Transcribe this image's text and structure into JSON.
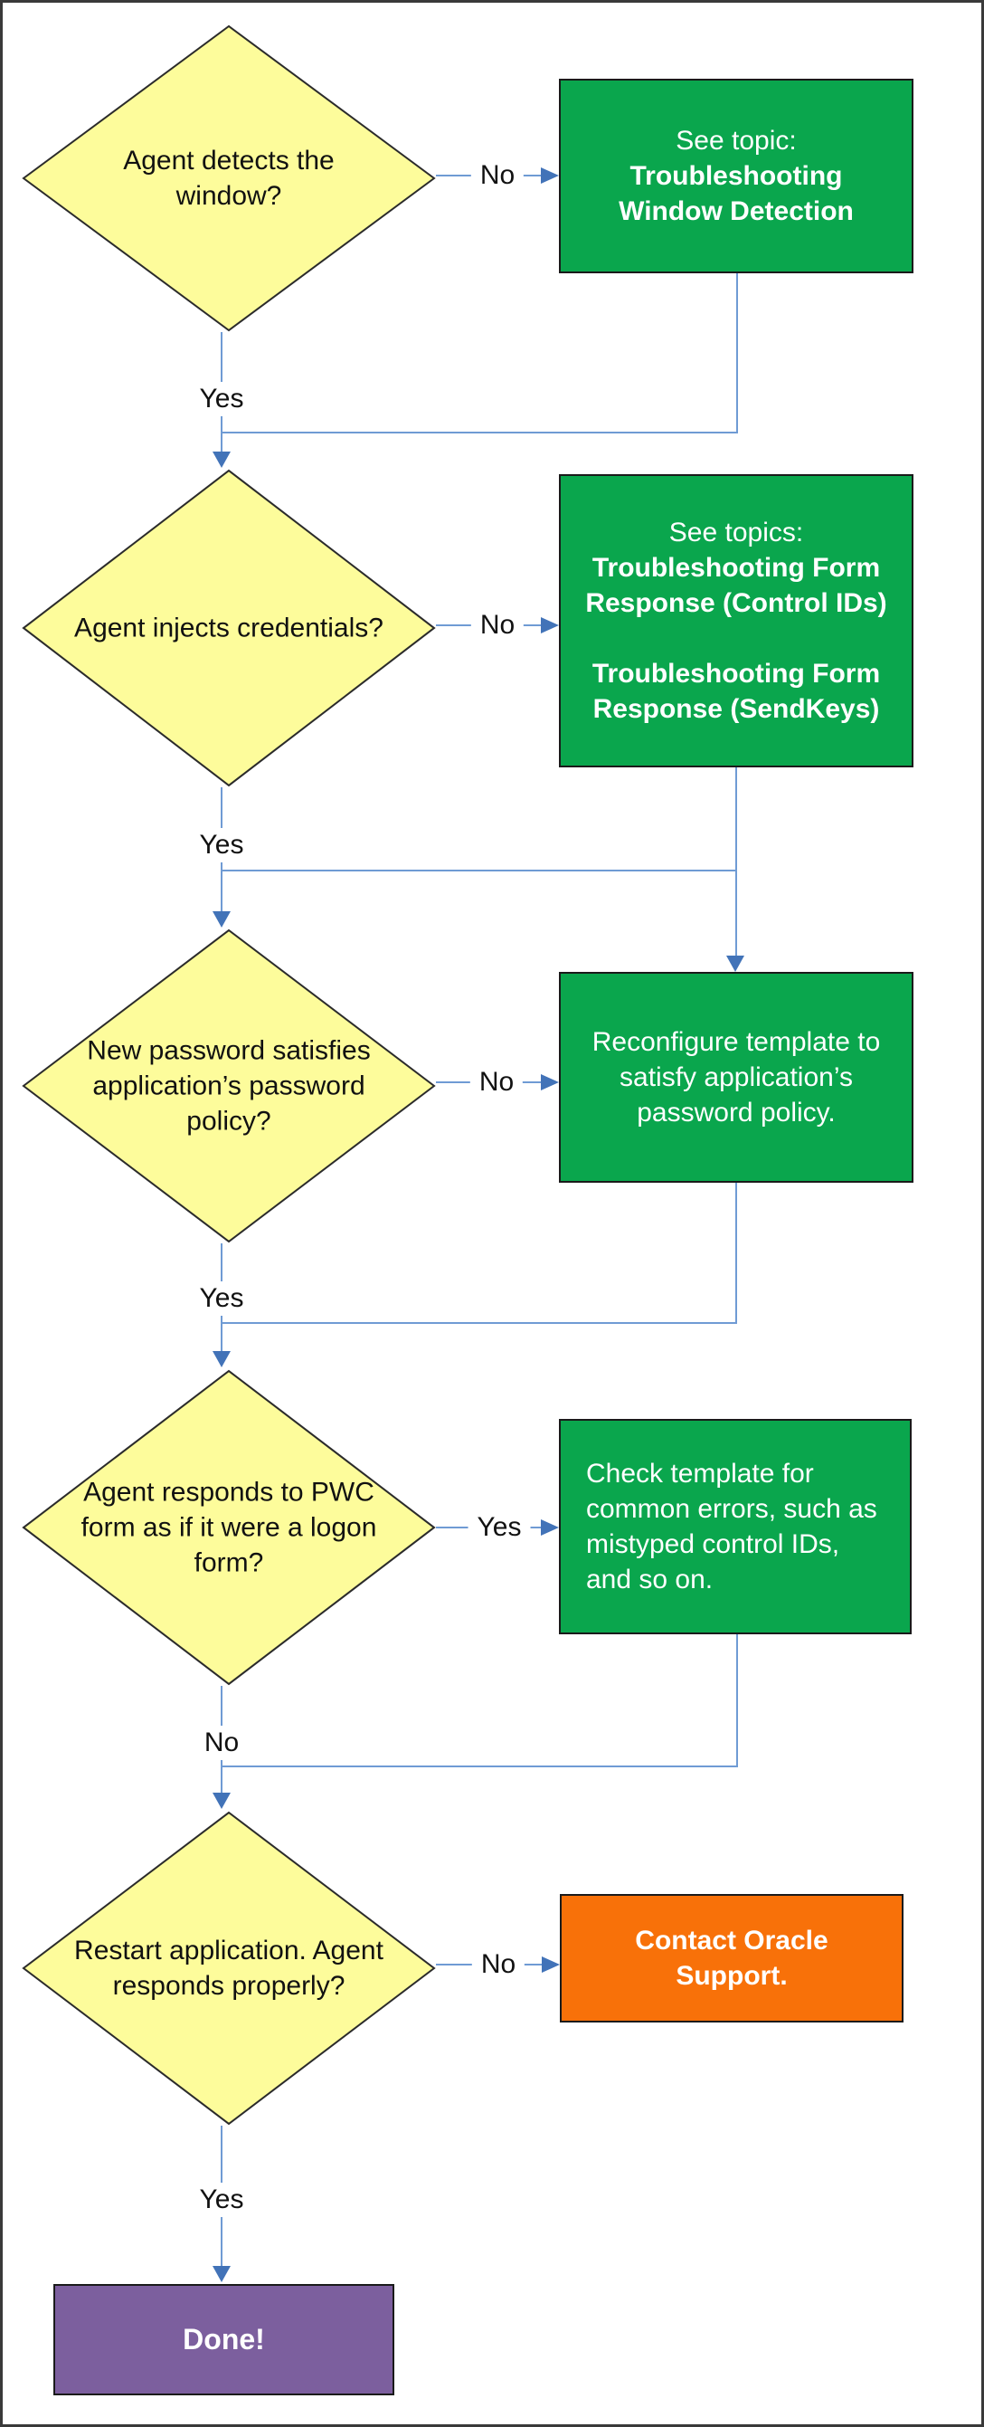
{
  "colors": {
    "decision_fill": "#fdfc9b",
    "decision_border": "#2b2b2b",
    "action_fill": "#0aa64d",
    "action_border": "#1a1a1a",
    "contact_fill": "#f87109",
    "done_fill": "#7c5f9e",
    "connector": "#6f9bd4",
    "arrow": "#4273b8",
    "text_dark": "#111111",
    "text_light": "#ffffff",
    "frame": "#3a3a3a"
  },
  "flow": {
    "decisions": [
      {
        "question": "Agent detects the window?",
        "side_label": "No",
        "down_label": "Yes"
      },
      {
        "question": "Agent injects credentials?",
        "side_label": "No",
        "down_label": "Yes"
      },
      {
        "question": "New password satisfies application’s password policy?",
        "side_label": "No",
        "down_label": "Yes"
      },
      {
        "question": "Agent responds to PWC form as if it were a logon form?",
        "side_label": "Yes",
        "down_label": "No"
      },
      {
        "question": "Restart application. Agent responds properly?",
        "side_label": "No",
        "down_label": "Yes"
      }
    ],
    "actions": [
      {
        "intro": "See topic:",
        "topics": [
          "Troubleshooting Window Detection"
        ]
      },
      {
        "intro": "See topics:",
        "topics": [
          "Troubleshooting Form Response (Control IDs)",
          "Troubleshooting Form Response (SendKeys)"
        ]
      },
      {
        "text": "Reconfigure template to satisfy application’s password policy."
      },
      {
        "text": "Check template for common errors, such as mistyped control IDs, and so on."
      },
      {
        "text": "Contact Oracle Support."
      },
      {
        "text": "Done!"
      }
    ]
  }
}
